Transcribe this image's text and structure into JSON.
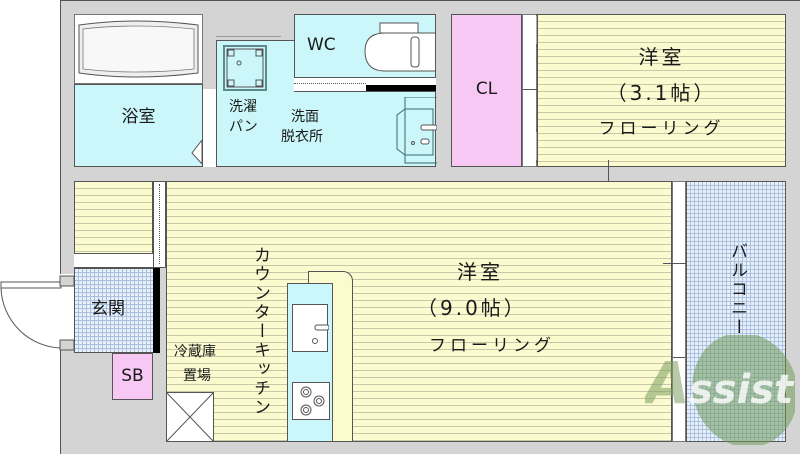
{
  "floorplan": {
    "rooms": {
      "bath": {
        "label": "浴室"
      },
      "laundry": {
        "label_line1": "洗濯",
        "label_line2": "パン"
      },
      "washroom": {
        "label_line1": "洗面",
        "label_line2": "脱衣所"
      },
      "wc": {
        "label": "WC"
      },
      "closet": {
        "label": "CL"
      },
      "western_room_small": {
        "label_line1": "洋室",
        "label_line2": "（3.1帖）",
        "label_line3": "フローリング"
      },
      "western_room_main": {
        "label_line1": "洋室",
        "label_line2": "（9.0帖）",
        "label_line3": "フローリング"
      },
      "entrance": {
        "label": "玄関"
      },
      "shoe_box": {
        "label": "SB"
      },
      "fridge_space": {
        "label_line1": "冷蔵庫",
        "label_line2": "置場"
      },
      "kitchen": {
        "label": "カウンターキッチン"
      },
      "balcony": {
        "label": "バルコニー"
      }
    },
    "watermark": {
      "text": "Assist"
    },
    "colors": {
      "wall": "#d4d4d4",
      "wet_area": "#cbf7fa",
      "closet": "#f8c8f4",
      "flooring": "#fbfbcf",
      "tile": "#e8f0fa",
      "watermark": "#6f9a5a"
    }
  }
}
